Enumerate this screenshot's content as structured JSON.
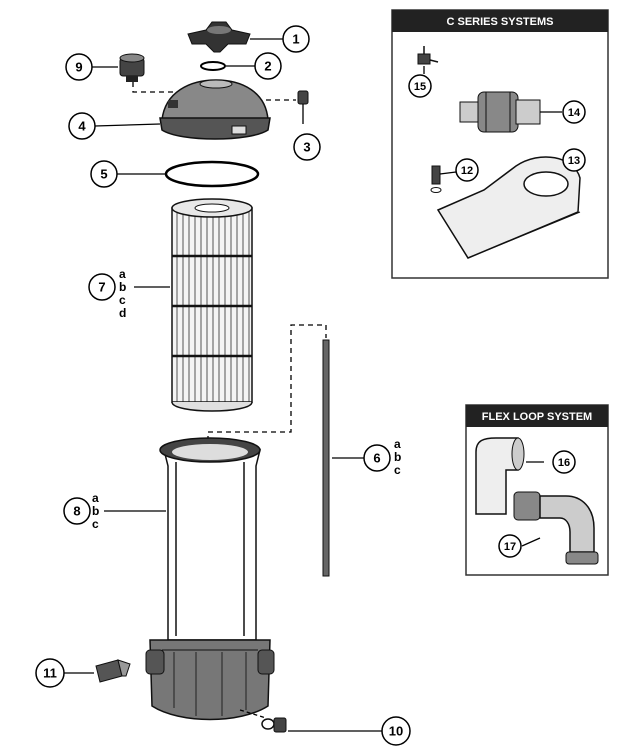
{
  "callouts": [
    "1",
    "2",
    "3",
    "4",
    "5",
    "6",
    "7",
    "8",
    "9",
    "10",
    "11",
    "12",
    "13",
    "14",
    "15",
    "16",
    "17"
  ],
  "variants": {
    "part7": [
      "a",
      "b",
      "c",
      "d"
    ],
    "part6": [
      "a",
      "b",
      "c"
    ],
    "part8": [
      "a",
      "b",
      "c"
    ]
  },
  "boxes": {
    "c_series": "C SERIES SYSTEMS",
    "flex_loop": "FLEX LOOP SYSTEM"
  }
}
